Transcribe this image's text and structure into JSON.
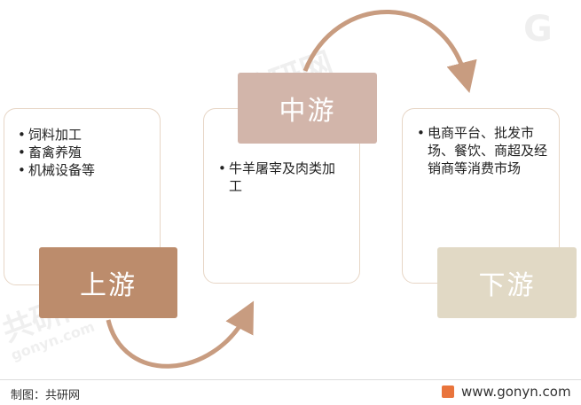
{
  "stages": [
    {
      "label": "上游",
      "items": [
        "饲料加工",
        "畜禽养殖",
        "机械设备等"
      ],
      "color": "#bc8c6c"
    },
    {
      "label": "中游",
      "items": [
        "牛羊屠宰及肉类加工"
      ],
      "color": "#d2b5aa"
    },
    {
      "label": "下游",
      "items": [
        "电商平台、批发市场、餐饮、商超及经销商等消费市场"
      ],
      "color": "#e1d9c5"
    }
  ],
  "footer": {
    "source": "制图：共研网",
    "website": "www.gonyn.com"
  },
  "watermark": {
    "text": "共研网",
    "latin": "gonyn.com"
  },
  "colors": {
    "card_border": "#e7d6c6",
    "arrow": "#c89c80"
  }
}
